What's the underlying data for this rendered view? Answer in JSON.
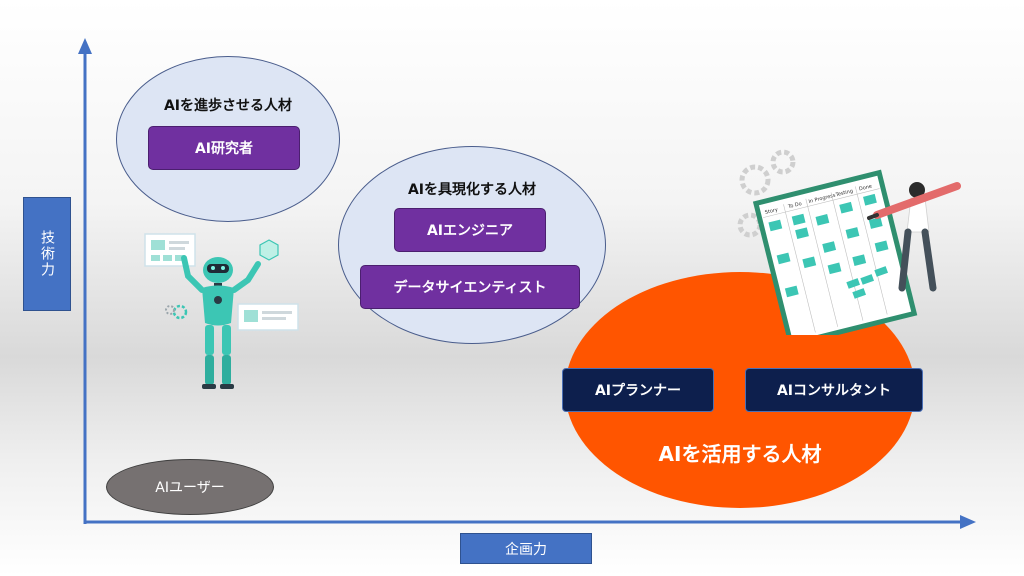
{
  "axes": {
    "y_label": "技術力",
    "x_label": "企画力"
  },
  "groups": {
    "advance": {
      "title": "AIを進歩させる人材",
      "roles": [
        "AI研究者"
      ]
    },
    "embody": {
      "title": "AIを具現化する人材",
      "roles": [
        "AIエンジニア",
        "データサイエンティスト"
      ]
    },
    "utilize": {
      "title": "AIを活用する人材",
      "roles": [
        "AIプランナー",
        "AIコンサルタント"
      ]
    },
    "user": {
      "title": "AIユーザー"
    }
  },
  "illustration": {
    "board_columns": [
      "Story",
      "To Do",
      "In Progress",
      "Testing",
      "Done"
    ]
  },
  "colors": {
    "axis": "#4472c4",
    "ellipse_blue": "#dde5f4",
    "ellipse_orange": "#ff5500",
    "ellipse_gray": "#767171",
    "role_purple": "#7030a0",
    "role_navy": "#0d1f4d",
    "robot": "#3cc6b4"
  }
}
